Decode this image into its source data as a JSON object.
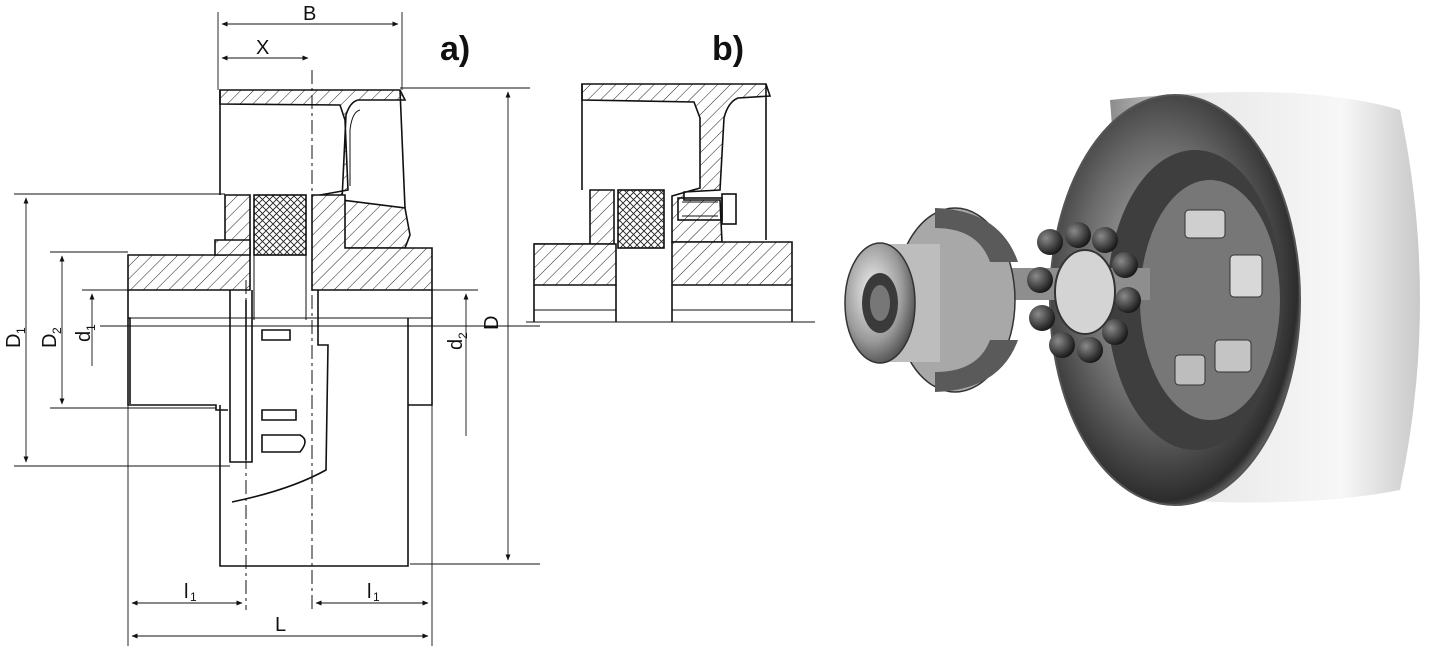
{
  "figure": {
    "panel_a_label": "a)",
    "panel_b_label": "b)",
    "dimension_labels": {
      "B": "B",
      "X": "X",
      "D": "D",
      "D1_main": "D",
      "D1_sub": "1",
      "D2_main": "D",
      "D2_sub": "2",
      "d1_main": "d",
      "d1_sub": "1",
      "d2_main": "d",
      "d2_sub": "2",
      "l1_left_main": "l",
      "l1_left_sub": "1",
      "l1_right_main": "l",
      "l1_right_sub": "1",
      "L": "L"
    }
  },
  "photo": {
    "description_icon": "coupling-photo"
  }
}
